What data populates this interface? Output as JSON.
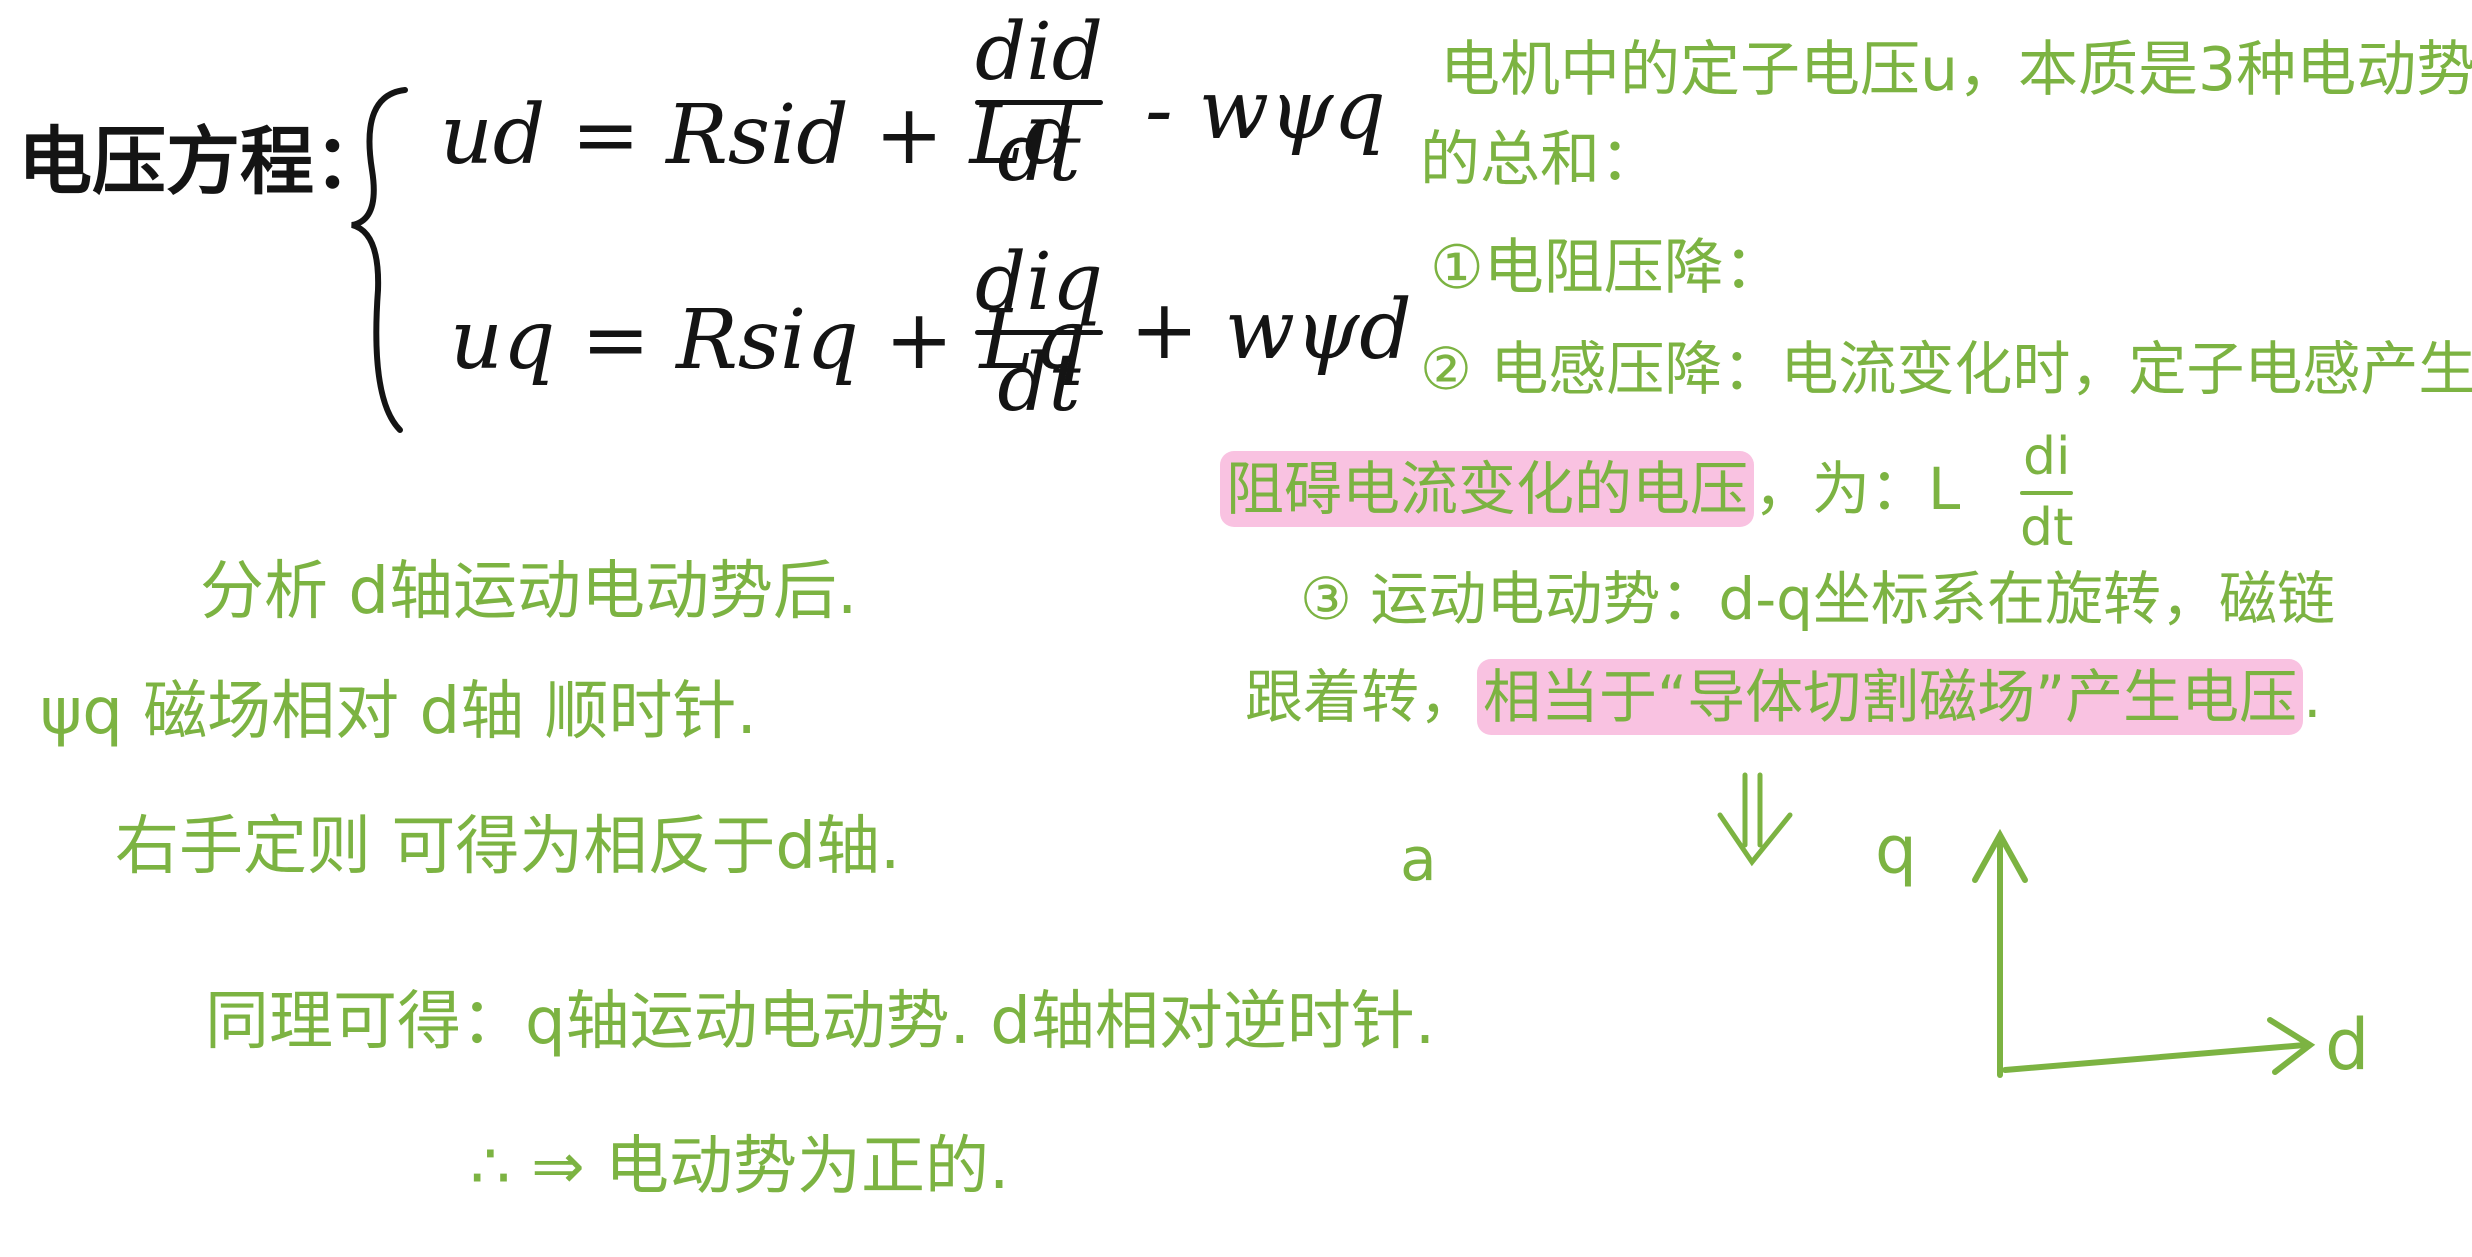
{
  "equations": {
    "label": "电压方程：",
    "ud_lhs": "ud = Rsid + Ld",
    "ud_frac_num": "did",
    "ud_frac_den": "dt",
    "ud_tail": "- wψq",
    "uq_lhs": "uq = Rsiq + Lq",
    "uq_frac_num": "diq",
    "uq_frac_den": "dt",
    "uq_tail": "+ wψd"
  },
  "right_notes": {
    "line1": "电机中的定子电压u，本质是3种电动势",
    "line2": "的总和：",
    "item1": "①电阻压降：",
    "item2": "② 电感压降：电流变化时，定子电感产生",
    "item2_highlight": "阻碍电流变化的电压",
    "item2_suffix": "，为：L",
    "item2_frac_num": "di",
    "item2_frac_den": "dt",
    "item3": "③ 运动电动势：d-q坐标系在旋转，磁链",
    "item3_line2_prefix": "跟着转，",
    "item3_line2_highlight": "相当于“导体切割磁场”产生电压",
    "item3_line2_suffix": "."
  },
  "left_notes": {
    "line1": "分析 d轴运动电动势后.",
    "line2": "ψq 磁场相对 d轴 顺时针.",
    "line3": "右手定则 可得为相反于d轴.",
    "line4": "同理可得：q轴运动电动势.  d轴相对逆时针.",
    "line5": "∴ ⇒ 电动势为正的."
  },
  "axes_sketch": {
    "loose_label": "a",
    "q_label": "q",
    "d_label": "d"
  },
  "colors": {
    "ink_black": "#141414",
    "ink_green": "#7cb342",
    "highlight_pink": "#f48fc8",
    "background": "#ffffff"
  }
}
